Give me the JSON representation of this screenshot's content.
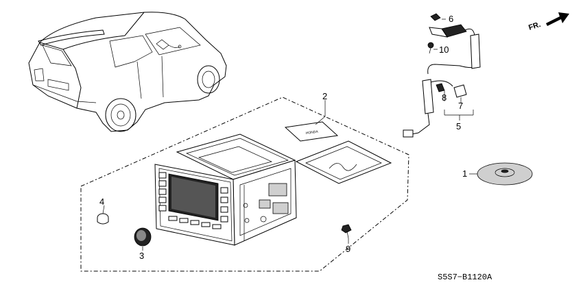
{
  "direction_label": "FR.",
  "diagram_code": "S5S7−B1120A",
  "callouts": {
    "c1": "1",
    "c2": "2",
    "c3": "3",
    "c4": "4",
    "c5": "5",
    "c6": "6",
    "c7": "7",
    "c8": "8",
    "c9": "9",
    "c10": "10"
  },
  "manual_cover_label": "HONDA"
}
